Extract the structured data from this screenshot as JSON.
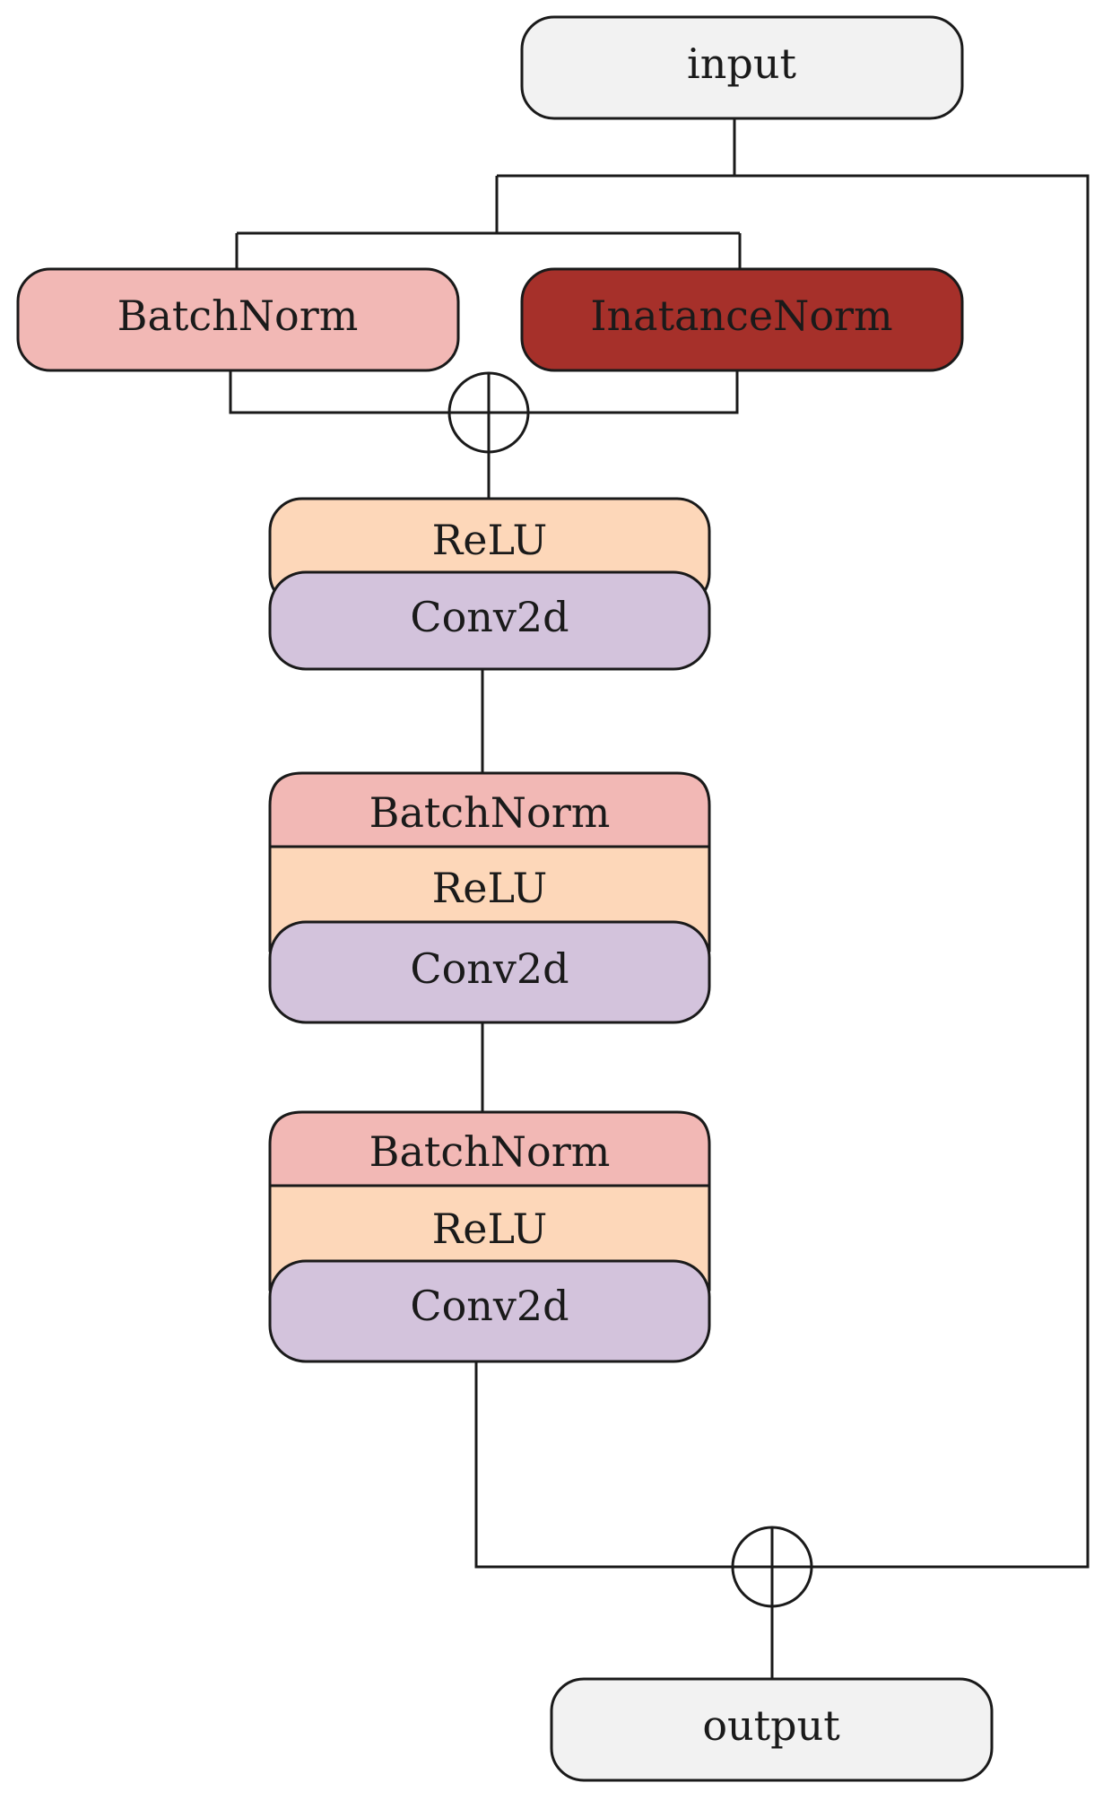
{
  "colors": {
    "io_fill": "#f2f2f2",
    "batchnorm_fill": "#f2b8b5",
    "instancenorm_fill": "#a6302a",
    "relu_fill": "#fdd7b9",
    "conv_fill": "#d3c3dc",
    "line": "#1a1a1a"
  },
  "nodes": {
    "input": "input",
    "output": "output",
    "branch_batchnorm": "BatchNorm",
    "branch_instancenorm": "InatanceNorm",
    "block1": {
      "relu": "ReLU",
      "conv": "Conv2d"
    },
    "block2": {
      "batchnorm": "BatchNorm",
      "relu": "ReLU",
      "conv": "Conv2d"
    },
    "block3": {
      "batchnorm": "BatchNorm",
      "relu": "ReLU",
      "conv": "Conv2d"
    }
  },
  "icons": {
    "add": "plus-circle-icon"
  }
}
